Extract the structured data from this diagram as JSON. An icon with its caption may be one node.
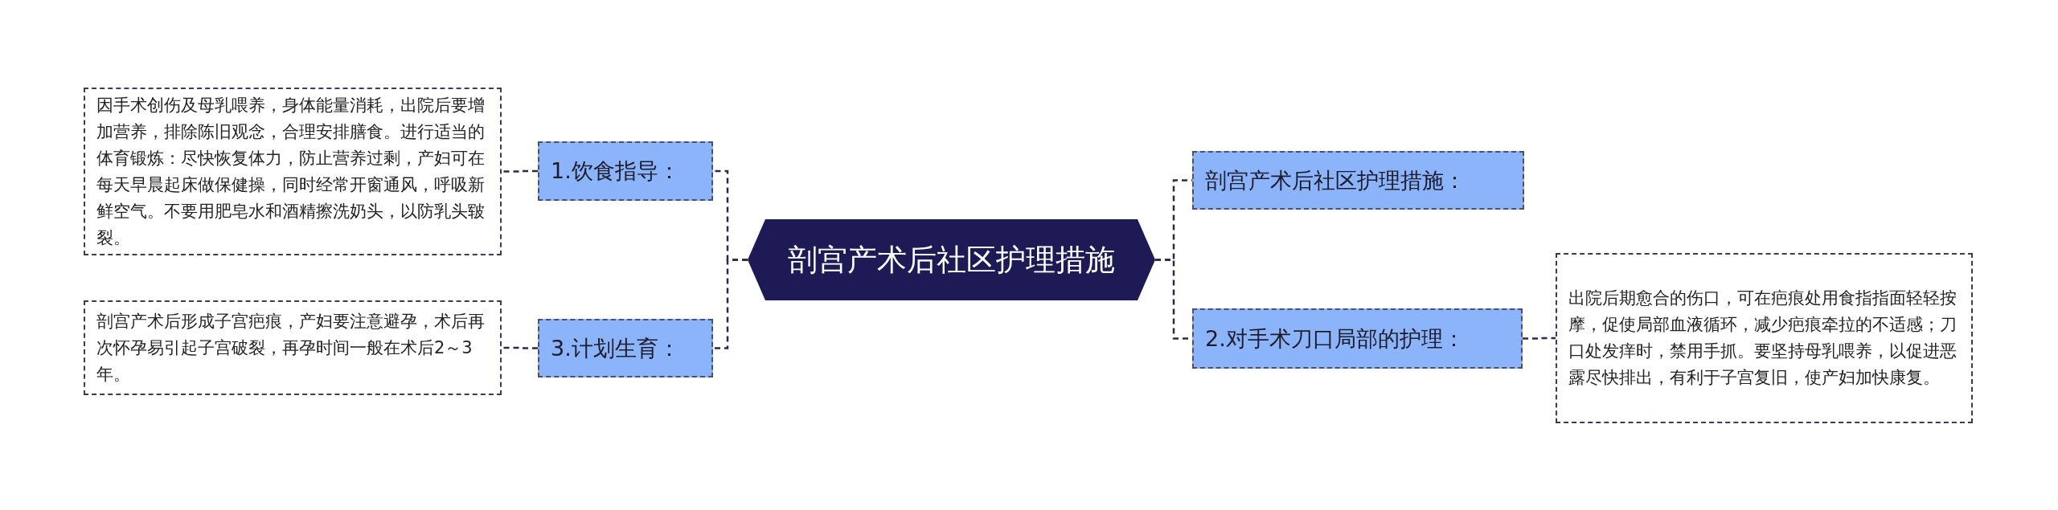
{
  "diagram": {
    "nodes": [
      {
        "text": [
          "剖宫产术后社区护理措施"
        ]
      },
      {
        "text": [
          "1.饮食指导："
        ]
      },
      {
        "text": [
          "因手术创伤及母乳喂养，身体能量消耗，出院后要增加营养，排除陈旧观念，合理安排膳食。进行适当的体育锻炼：尽快恢复体力，防止营养过剩，产妇可在每天早晨起床做保健操，同时经常开窗通风，呼吸新鲜空气。不要用肥皂水和酒精擦洗奶头，以防乳头皲裂。"
        ]
      },
      {
        "text": [
          "3.计划生育："
        ]
      },
      {
        "text": [
          "剖宫产术后形成子宫疤痕，产妇要注意避孕，术后再次怀孕易引起子宫破裂，再孕时间一般在术后2～3年。"
        ]
      },
      {
        "text": [
          "剖宫产术后社区护理措施："
        ]
      },
      {
        "text": [
          "2.对手术刀口局部的护理："
        ]
      },
      {
        "text": [
          "出院后期愈合的伤口，可在疤痕处用食指指面轻轻按摩，促使局部血液循环，减少疤痕牵拉的不适感；刀口处发痒时，禁用手抓。要坚持母乳喂养，以促进恶露尽快排出，有利于子宫复旧，使产妇加快康复。"
        ]
      }
    ],
    "edges": [
      {
        "from": 0,
        "to": 1,
        "arrow": "none"
      },
      {
        "from": 1,
        "to": 2,
        "arrow": "none"
      },
      {
        "from": 0,
        "to": 3,
        "arrow": "none"
      },
      {
        "from": 3,
        "to": 4,
        "arrow": "none"
      },
      {
        "from": 0,
        "to": 5,
        "arrow": "none"
      },
      {
        "from": 0,
        "to": 6,
        "arrow": "none"
      },
      {
        "from": 6,
        "to": 7,
        "arrow": "none"
      }
    ]
  }
}
